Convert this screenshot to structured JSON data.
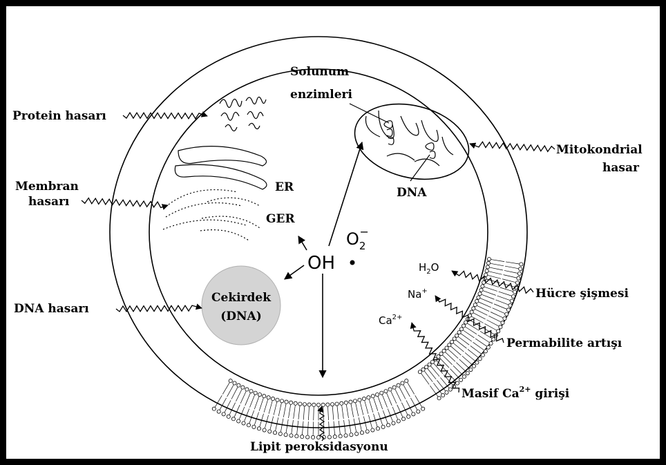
{
  "labels": {
    "protein_hasari": "Protein hasarı",
    "membran_hasari_1": "Membran",
    "membran_hasari_2": "hasarı",
    "dna_hasari": "DNA hasarı",
    "solunum_1": "Solunum",
    "solunum_2": "enzimleri",
    "mitokondrial_1": "Mitokondrial",
    "mitokondrial_2": "hasar",
    "mito_dna": "DNA",
    "er": "ER",
    "ger": "GER",
    "cekirdek_1": "Cekirdek",
    "cekirdek_2": "(DNA)",
    "oh": "OH",
    "o2": "O",
    "o2_sub": "2",
    "o2_sup": "−",
    "h2o": "H",
    "h2o_sub": "2",
    "h2o_end": "O",
    "na": "Na",
    "na_sup": "+",
    "ca": "Ca",
    "ca_sup": "2+",
    "hucre_sismesi": "Hücre şişmesi",
    "permabilite": "Permabilite artışı",
    "masif_1": "Masif Ca",
    "masif_sup": "2+",
    "masif_2": " girişi",
    "lipit": "Lipit peroksidasyonu"
  },
  "colors": {
    "background": "#ffffff",
    "border": "#000000",
    "nucleus_fill": "#d4d4d4"
  }
}
